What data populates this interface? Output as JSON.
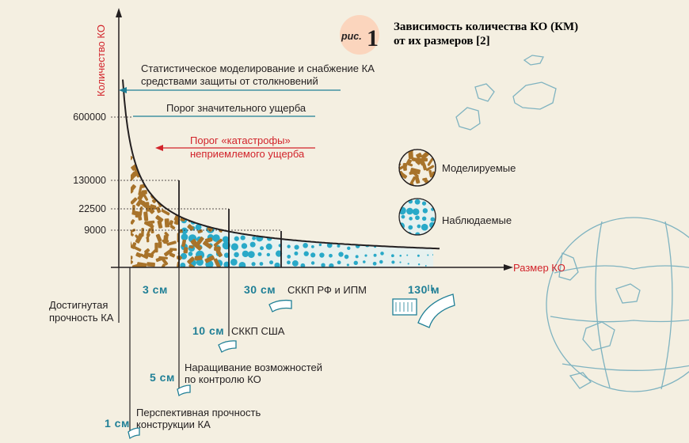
{
  "badge": {
    "prefix": "рис.",
    "number": "1"
  },
  "title": {
    "line1": "Зависимость количества КО (КМ)",
    "line2": "от их размеров [2]"
  },
  "chart_data": {
    "type": "area",
    "title": "Зависимость количества КО (КМ) от их размеров [2]",
    "xlabel": "Размер КО",
    "ylabel": "Количество КО",
    "yticks": [
      "600000",
      "130000",
      "22500",
      "9000"
    ],
    "points": [
      {
        "size_cm": 1,
        "count": 600000
      },
      {
        "size_cm": 3,
        "count": 130000
      },
      {
        "size_cm": 10,
        "count": 22500
      },
      {
        "size_cm": 30,
        "count": 9000
      }
    ],
    "x_markers": [
      "1 см",
      "3 см",
      "5 см",
      "10 см",
      "30 см",
      "130 м"
    ],
    "legend": [
      {
        "label": "Моделируемые",
        "color": "#a8732a"
      },
      {
        "label": "Наблюдаемые",
        "color": "#29a9c8"
      }
    ]
  },
  "annotations": {
    "stat_modeling_1": "Статистическое моделирование и снабжение КА",
    "stat_modeling_2": "средствами защиты от столкновений",
    "damage_threshold": "Порог значительного ущерба",
    "catastrophe_1": "Порог «катастрофы»",
    "catastrophe_2": "неприемлемого ущерба",
    "achieved_1": "Достигнутая",
    "achieved_2": "прочность КА",
    "skkp_ru": "СККП РФ и ИПМ",
    "skkp_us": "СККП США",
    "increase_1": "Наращивание возможностей",
    "increase_2": "по контролю КО",
    "perspective_1": "Перспективная прочность",
    "perspective_2": "конструкции КА"
  },
  "colors": {
    "modeled": "#a8732a",
    "observed": "#29a9c8",
    "accent": "#d2232a",
    "text": "#231f20",
    "blue": "#1f7f96",
    "globe": "#7fb3c0"
  }
}
